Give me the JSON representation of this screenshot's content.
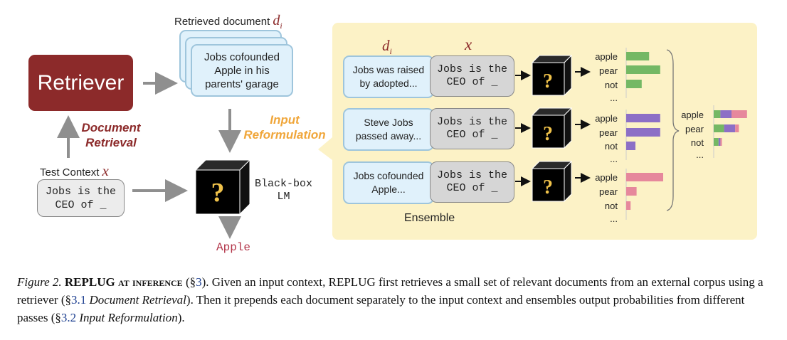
{
  "left": {
    "retriever_label": "Retriever",
    "document_retrieval_label": "Document\nRetrieval",
    "test_context_label": "Test Context",
    "test_context_var": "x",
    "test_context_text": "Jobs is the\nCEO of _",
    "retrieved_doc_label": "Retrieved document",
    "retrieved_doc_var": "d",
    "retrieved_doc_sub": "i",
    "retrieved_doc_text": "Jobs cofounded\nApple in his\nparents' garage",
    "input_reformulation_label": "Input\nReformulation",
    "blackbox_label": "Black-box\nLM",
    "output_token": "Apple"
  },
  "ensemble": {
    "header_d": "d",
    "header_d_sub": "i",
    "header_x": "x",
    "label": "Ensemble",
    "rows": [
      {
        "doc": "Jobs was raised\nby adopted...",
        "context": "Jobs is the\nCEO of _",
        "tokens": [
          "apple",
          "pear",
          "not",
          "..."
        ],
        "probs": [
          0.62,
          0.92,
          0.42
        ],
        "color": "#74b864"
      },
      {
        "doc": "Steve Jobs\npassed away...",
        "context": "Jobs is the\nCEO of _",
        "tokens": [
          "apple",
          "pear",
          "not",
          "..."
        ],
        "probs": [
          0.92,
          0.92,
          0.25
        ],
        "color": "#8c6fc6"
      },
      {
        "doc": "Jobs cofounded\nApple...",
        "context": "Jobs is the\nCEO of _",
        "tokens": [
          "apple",
          "pear",
          "not",
          "..."
        ],
        "probs": [
          1.0,
          0.28,
          0.12
        ],
        "color": "#e6889c"
      }
    ],
    "combined": {
      "tokens": [
        "apple",
        "pear",
        "not",
        "..."
      ],
      "stacks": [
        [
          0.18,
          0.3,
          0.42
        ],
        [
          0.28,
          0.3,
          0.1
        ],
        [
          0.13,
          0.05,
          0.04
        ]
      ]
    }
  },
  "caption": {
    "fig_label": "Figure 2.",
    "bold_title": "REPLUG at inference",
    "part1": " (§",
    "ref1": "3",
    "part2": "). Given an input context, ",
    "replug": "REPLUG",
    "part3": " first retrieves a small set of relevant documents from an external corpus using a retriever (§",
    "ref2": "3.1",
    "part4": " ",
    "italic1": "Document Retrieval",
    "part5": "). Then it prepends each document separately to the input context and ensembles output probabilities from different passes (§",
    "ref3": "3.2",
    "part6": " ",
    "italic2": "Input Reformulation",
    "part7": ")."
  }
}
